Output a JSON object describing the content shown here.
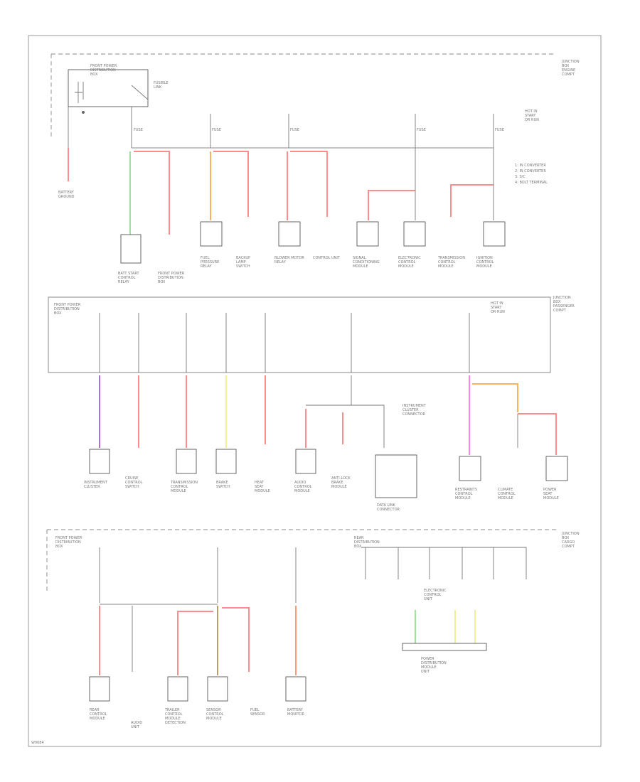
{
  "colors": {
    "red": "#ff8c8c",
    "green": "#9be39b",
    "orange": "#ffb060",
    "purple": "#b06ce0",
    "yellow": "#f0f09a",
    "magenta": "#ff7ff0",
    "olive": "#b8a060",
    "salmon": "#ff9a7a",
    "gray": "#777777"
  },
  "figure_code": "W0084",
  "section1": {
    "title_note": [
      "JUNCTION",
      "BOX",
      "ENGINE",
      "COMPT"
    ],
    "relay_label": [
      "FRONT POWER",
      "DISTRIBUTION",
      "BOX"
    ],
    "fusible_link": [
      "FUSIBLE",
      "LINK"
    ],
    "fuses": [
      "FUSE",
      "FUSE",
      "FUSE",
      "FUSE",
      "FUSE"
    ],
    "legend": [
      "1: IN CONVERTER",
      "2: IN CONVERTER",
      "3: S/C",
      "4: BOLT TERMINAL"
    ],
    "hot_label": [
      "HOT IN",
      "START",
      "OR RUN"
    ],
    "components": [
      [
        "BATTERY",
        "GROUND"
      ],
      [
        "BATT START",
        "CONTROL",
        "RELAY"
      ],
      [
        "FRONT POWER",
        "DISTRIBUTION",
        "BOX"
      ],
      [
        "FUEL",
        "PRESSURE",
        "RELAY"
      ],
      [
        "BACKUP",
        "LAMP",
        "SWITCH"
      ],
      [
        "BLOWER MOTOR",
        "RELAY"
      ],
      [
        "CONTROL UNIT"
      ],
      [
        "SIGNAL",
        "CONDITIONING",
        "MODULE"
      ],
      [
        "ELECTRONIC",
        "CONTROL",
        "MODULE"
      ],
      [
        "TRANSMISSION",
        "CONTROL",
        "MODULE"
      ],
      [
        "IGNITION",
        "CONTROL",
        "MODULE"
      ]
    ]
  },
  "section2": {
    "title_note": [
      "JUNCTION",
      "BOX",
      "PASSENGER",
      "COMPT"
    ],
    "relay_label": [
      "FRONT POWER",
      "DISTRIBUTION",
      "BOX"
    ],
    "hot_label": [
      "HOT IN",
      "START",
      "OR RUN"
    ],
    "sub_label": [
      "INSTRUMENT",
      "CLUSTER",
      "CONNECTOR"
    ],
    "components": [
      [
        "INSTRUMENT",
        "CLUSTER"
      ],
      [
        "CRUISE",
        "CONTROL",
        "SWITCH"
      ],
      [
        "TRANSMISSION",
        "CONTROL",
        "MODULE"
      ],
      [
        "BRAKE",
        "SWITCH"
      ],
      [
        "HEAT",
        "SEAT",
        "MODULE"
      ],
      [
        "AUDIO",
        "CONTROL",
        "MODULE"
      ],
      [
        "ANTI-LOCK",
        "BRAKE",
        "MODULE"
      ],
      [
        "DATA LINK",
        "CONNECTOR"
      ],
      [
        "RESTRAINTS",
        "CONTROL",
        "MODULE"
      ],
      [
        "CLIMATE",
        "CONTROL",
        "MODULE"
      ],
      [
        "POWER",
        "SEAT",
        "MODULE"
      ]
    ]
  },
  "section3": {
    "title_note": [
      "JUNCTION",
      "BOX",
      "CARGO",
      "COMPT"
    ],
    "relay_label": [
      "FRONT POWER",
      "DISTRIBUTION",
      "BOX"
    ],
    "relay2_label": [
      "REAR",
      "DISTRIBUTION",
      "BOX"
    ],
    "sub_label": [
      "ELECTRONIC",
      "CONTROL",
      "UNIT"
    ],
    "bottom_label": [
      "POWER",
      "DISTRIBUTION",
      "MODULE",
      "UNIT"
    ],
    "components": [
      [
        "REAR",
        "CONTROL",
        "MODULE"
      ],
      [
        "AUDIO",
        "UNIT"
      ],
      [
        "TRAILER",
        "CONTROL",
        "MODULE",
        "DETECTION"
      ],
      [
        "SENSOR",
        "CONTROL",
        "MODULE"
      ],
      [
        "FUEL",
        "SENSOR"
      ],
      [
        "BATTERY",
        "MONITOR"
      ]
    ]
  }
}
